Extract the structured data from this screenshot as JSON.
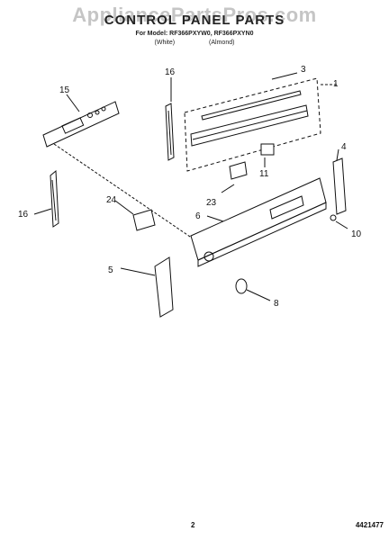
{
  "header": {
    "watermark": "AppliancePartsPros.com",
    "title": "CONTROL PANEL PARTS",
    "model_line": "For Model: RF366PXYW0, RF366PXYN0",
    "color_1": "(White)",
    "color_2": "(Almond)"
  },
  "callouts": {
    "c1": "1",
    "c3": "3",
    "c4": "4",
    "c5": "5",
    "c6": "6",
    "c8": "8",
    "c10": "10",
    "c11": "11",
    "c15": "15",
    "c16a": "16",
    "c16b": "16",
    "c23": "23",
    "c24": "24"
  },
  "footer": {
    "page": "2",
    "doc_number": "4421477"
  }
}
